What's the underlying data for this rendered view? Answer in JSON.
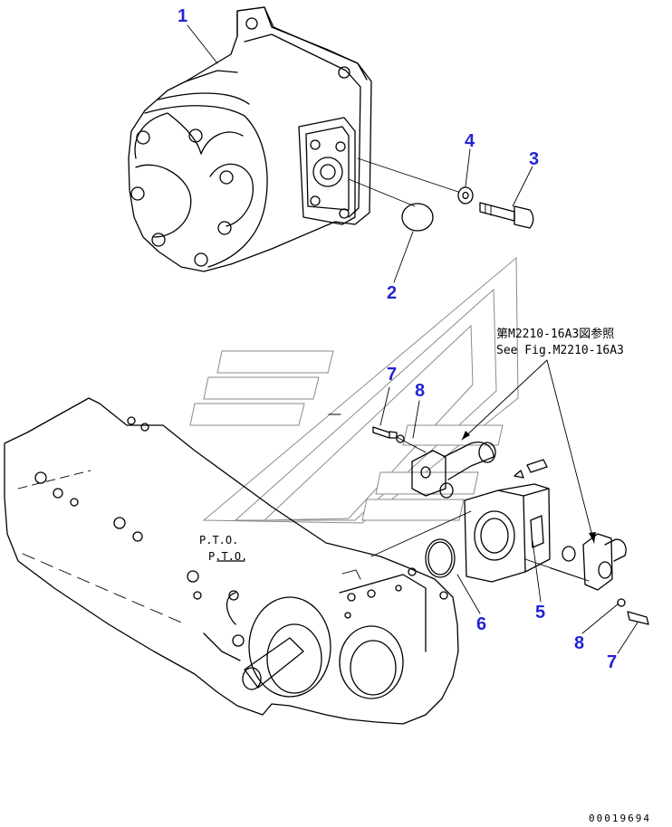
{
  "callouts": {
    "c1": "1",
    "c2": "2",
    "c3": "3",
    "c4": "4",
    "c5": "5",
    "c6": "6",
    "c7a": "7",
    "c7b": "7",
    "c8a": "8",
    "c8b": "8"
  },
  "reference": {
    "line_jp": "第M2210-16A3図参照",
    "line_en": "See Fig.M2210-16A3"
  },
  "housing_label": {
    "line1": "P.T.O.",
    "line2": "P.T.O."
  },
  "drawing_code": "00019694",
  "colors": {
    "callout": "#2424d6",
    "line": "#000000",
    "watermark": "#8a8a8a"
  }
}
